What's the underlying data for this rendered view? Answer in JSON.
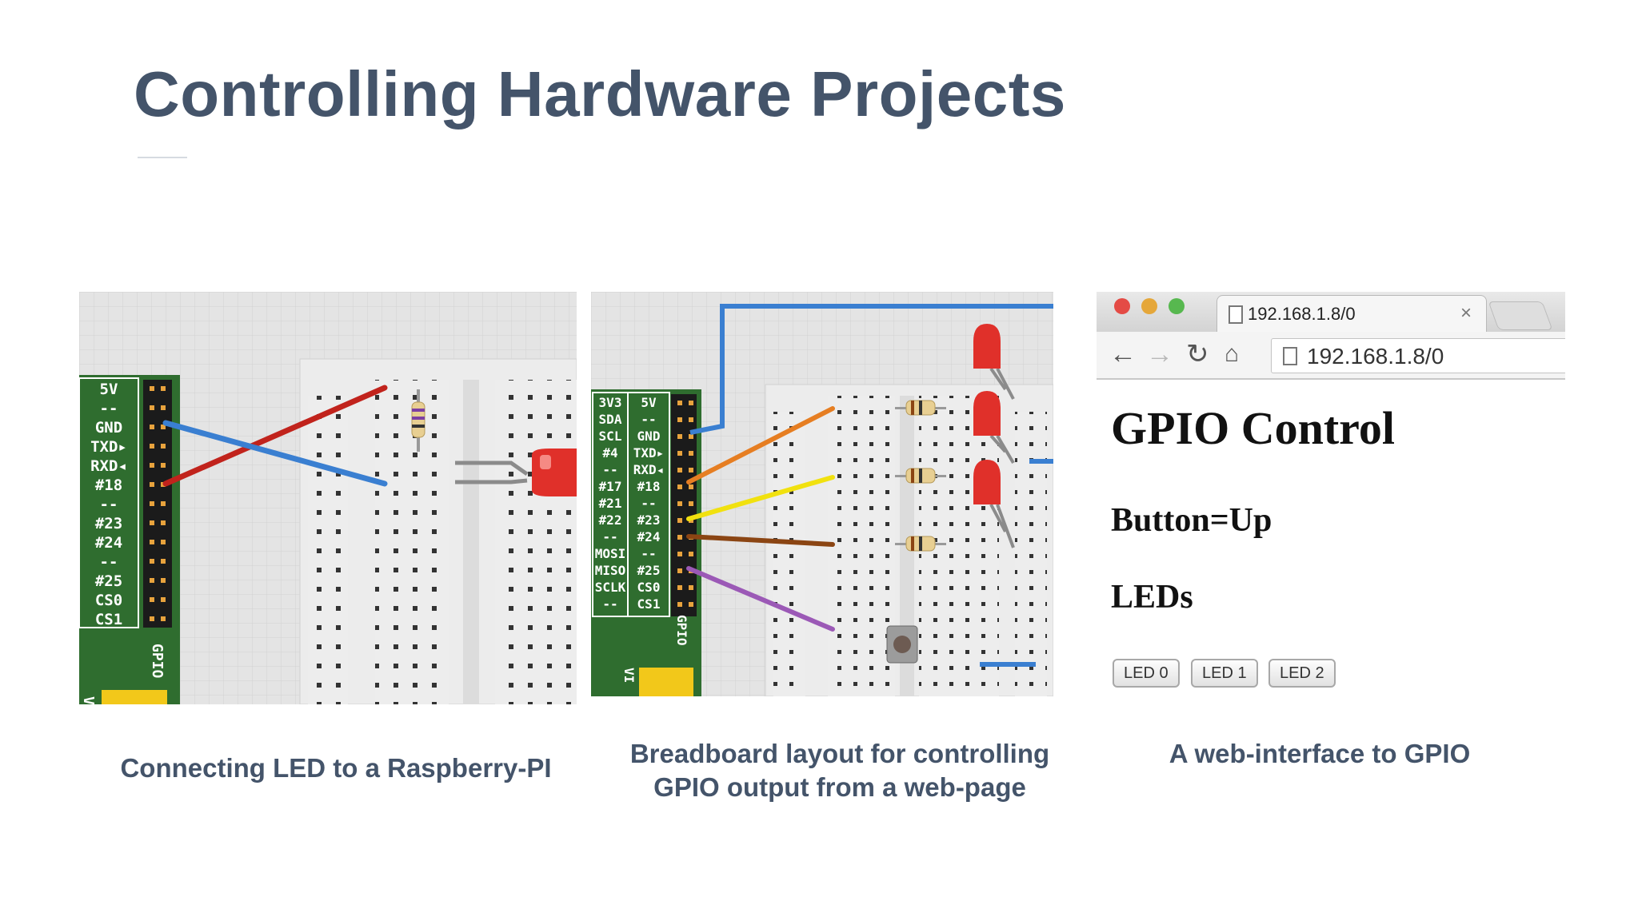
{
  "slide": {
    "title": "Controlling Hardware Projects"
  },
  "panels": {
    "led_pi": {
      "pin_labels": [
        "5V",
        "--",
        "GND",
        "TXD▸",
        "RXD◂",
        "#18",
        "--",
        "#23",
        "#24",
        "--",
        "#25",
        "CS0",
        "CS1"
      ],
      "gpio_label": "GPIO",
      "edge_label": "V",
      "caption": "Connecting LED to a Raspberry-PI"
    },
    "breadboard": {
      "pin_labels_left": [
        "3V3",
        "SDA",
        "SCL",
        "#4",
        "--",
        "#17",
        "#21",
        "#22",
        "--",
        "MOSI",
        "MISO",
        "SCLK",
        "--"
      ],
      "pin_labels_right": [
        "5V",
        "--",
        "GND",
        "TXD▸",
        "RXD◂",
        "#18",
        "--",
        "#23",
        "#24",
        "--",
        "#25",
        "CS0",
        "CS1"
      ],
      "gpio_label": "GPIO",
      "edge_label": "VI",
      "caption_line1": "Breadboard layout for controlling",
      "caption_line2": "GPIO output from a web-page"
    },
    "web": {
      "tab_title": "192.168.1.8/0",
      "tab_close": "×",
      "url": "192.168.1.8/0",
      "heading": "GPIO Control",
      "button_state": "Button=Up",
      "leds_heading": "LEDs",
      "led_buttons": [
        "LED 0",
        "LED 1",
        "LED 2"
      ],
      "caption": "A web-interface to GPIO",
      "icons": [
        "back-arrow-icon",
        "forward-arrow-icon",
        "reload-icon",
        "home-icon",
        "page-icon"
      ]
    }
  },
  "colors": {
    "title": "#44546a",
    "board_green": "#2f6d2f",
    "wire_red": "#c1231c",
    "wire_blue": "#3a7fd1",
    "wire_orange": "#e67e22",
    "wire_yellow": "#f1e10f",
    "wire_brown": "#8b4513",
    "wire_purple": "#9b59b6",
    "led_red": "#e0302a"
  }
}
